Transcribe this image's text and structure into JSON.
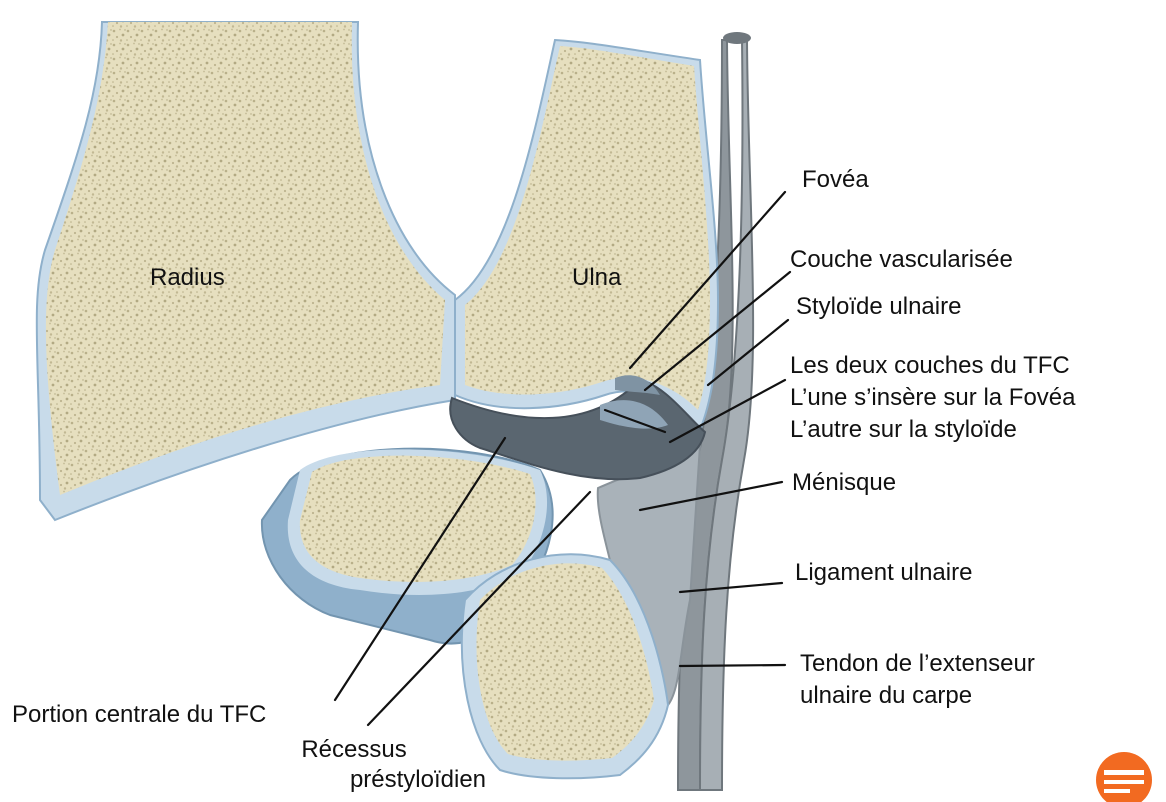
{
  "labels": {
    "radius": "Radius",
    "ulna": "Ulna",
    "fovea": "Fovéa",
    "couche_vascularisee": "Couche vascularisée",
    "styloide_ulnaire": "Styloïde ulnaire",
    "tfc_line1": "Les deux couches du TFC",
    "tfc_line2": "L’une s’insère sur la Fovéa",
    "tfc_line3": "L’autre sur la styloïde",
    "menisque": "Ménisque",
    "ligament_ulnaire": "Ligament ulnaire",
    "tendon_line1": "Tendon de l’extenseur",
    "tendon_line2": "ulnaire du carpe",
    "portion_centrale": "Portion centrale du TFC",
    "recessus_line1": "Récessus",
    "recessus_line2": "préstyloïdien"
  },
  "colors": {
    "bone_fill": "#e6dfbf",
    "bone_speckle": "#b9b08a",
    "cartilage": "#c8dbea",
    "cartilage_edge": "#8fb0cb",
    "tfc_dark": "#5a6670",
    "ligament_gray": "#a9b2b9",
    "tendon_gray": "#8e969c",
    "logo_orange": "#f26a21"
  }
}
